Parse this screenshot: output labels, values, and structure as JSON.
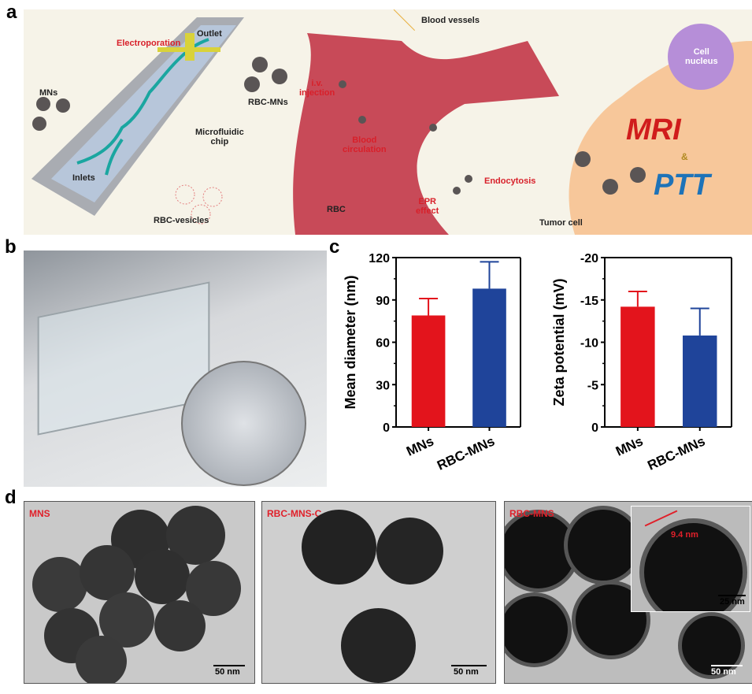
{
  "panel_labels": {
    "a": "a",
    "b": "b",
    "c": "c",
    "d": "d"
  },
  "panel_a": {
    "electroporation": "Electroporation",
    "outlet": "Outlet",
    "mns": "MNs",
    "inlets": "Inlets",
    "microfluidic_chip_1": "Microfluidic",
    "microfluidic_chip_2": "chip",
    "rbc_vesicles": "RBC-vesicles",
    "rbc_mns": "RBC-MNs",
    "iv_1": "i.v.",
    "iv_2": "injection",
    "blood_vessels": "Blood vessels",
    "blood_circ_1": "Blood",
    "blood_circ_2": "circulation",
    "rbc": "RBC",
    "epr_1": "EPR",
    "epr_2": "effect",
    "endocytosis": "Endocytosis",
    "cell_nucleus_1": "Cell",
    "cell_nucleus_2": "nucleus",
    "tumor_cell": "Tumor cell",
    "mri": "MRI",
    "amp": "&",
    "ptt": "PTT"
  },
  "panel_d": {
    "images": [
      {
        "label": "MNS",
        "scale": "50 nm"
      },
      {
        "label": "RBC-MNS-C",
        "scale": "50 nm"
      },
      {
        "label": "RBC-MNS",
        "scale": "50 nm"
      }
    ],
    "inset": {
      "measure": "9.4 nm",
      "scale": "25 nm"
    }
  },
  "colors": {
    "red": "#e3141c",
    "blue": "#1f449a"
  },
  "chart_data": [
    {
      "type": "bar",
      "categories": [
        "MNs",
        "RBC-MNs"
      ],
      "values": [
        79,
        98
      ],
      "errors": [
        12,
        19
      ],
      "ylabel": "Mean diameter (nm)",
      "ylim": [
        0,
        120
      ],
      "yticks": [
        0,
        30,
        60,
        90,
        120
      ],
      "ytick_labels": [
        "0",
        "30",
        "60",
        "90",
        "120"
      ]
    },
    {
      "type": "bar",
      "categories": [
        "MNs",
        "RBC-MNs"
      ],
      "values": [
        -14.2,
        -10.8
      ],
      "errors": [
        1.8,
        3.2
      ],
      "ylabel": "Zeta potential (mV)",
      "ylim": [
        0,
        -20
      ],
      "yticks": [
        0,
        -5,
        -10,
        -15,
        -20
      ],
      "ytick_labels": [
        "0",
        "-5",
        "-10",
        "-15",
        "-20"
      ]
    }
  ]
}
